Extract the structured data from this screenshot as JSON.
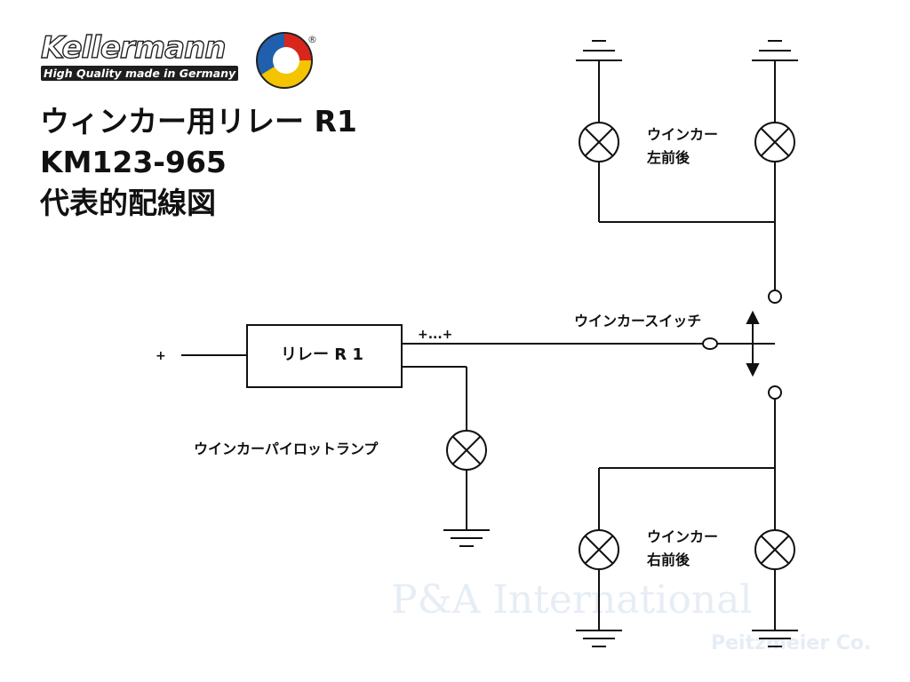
{
  "logo": {
    "brand": "Kellermann",
    "tagline": "High Quality made in Germany",
    "registered": "®"
  },
  "title": {
    "line1": "ウィンカー用リレー R1",
    "line2": "KM123-965",
    "line3": "代表的配線図"
  },
  "diagram": {
    "supply_plus": "+",
    "relay_label": "リレー R 1",
    "relay_output": "+...+",
    "switch_label": "ウインカースイッチ",
    "pilot_label": "ウインカーパイロットランプ",
    "left_lamps_line1": "ウインカー",
    "left_lamps_line2": "左前後",
    "right_lamps_line1": "ウインカー",
    "right_lamps_line2": "右前後"
  },
  "watermark": {
    "line1": "P&A International",
    "line2": "Peitzmeier Co."
  },
  "colors": {
    "line": "#111111",
    "logo_red": "#d8261c",
    "logo_yellow": "#f4c400",
    "logo_blue": "#1f5fae",
    "watermark": "#e6edf5"
  }
}
